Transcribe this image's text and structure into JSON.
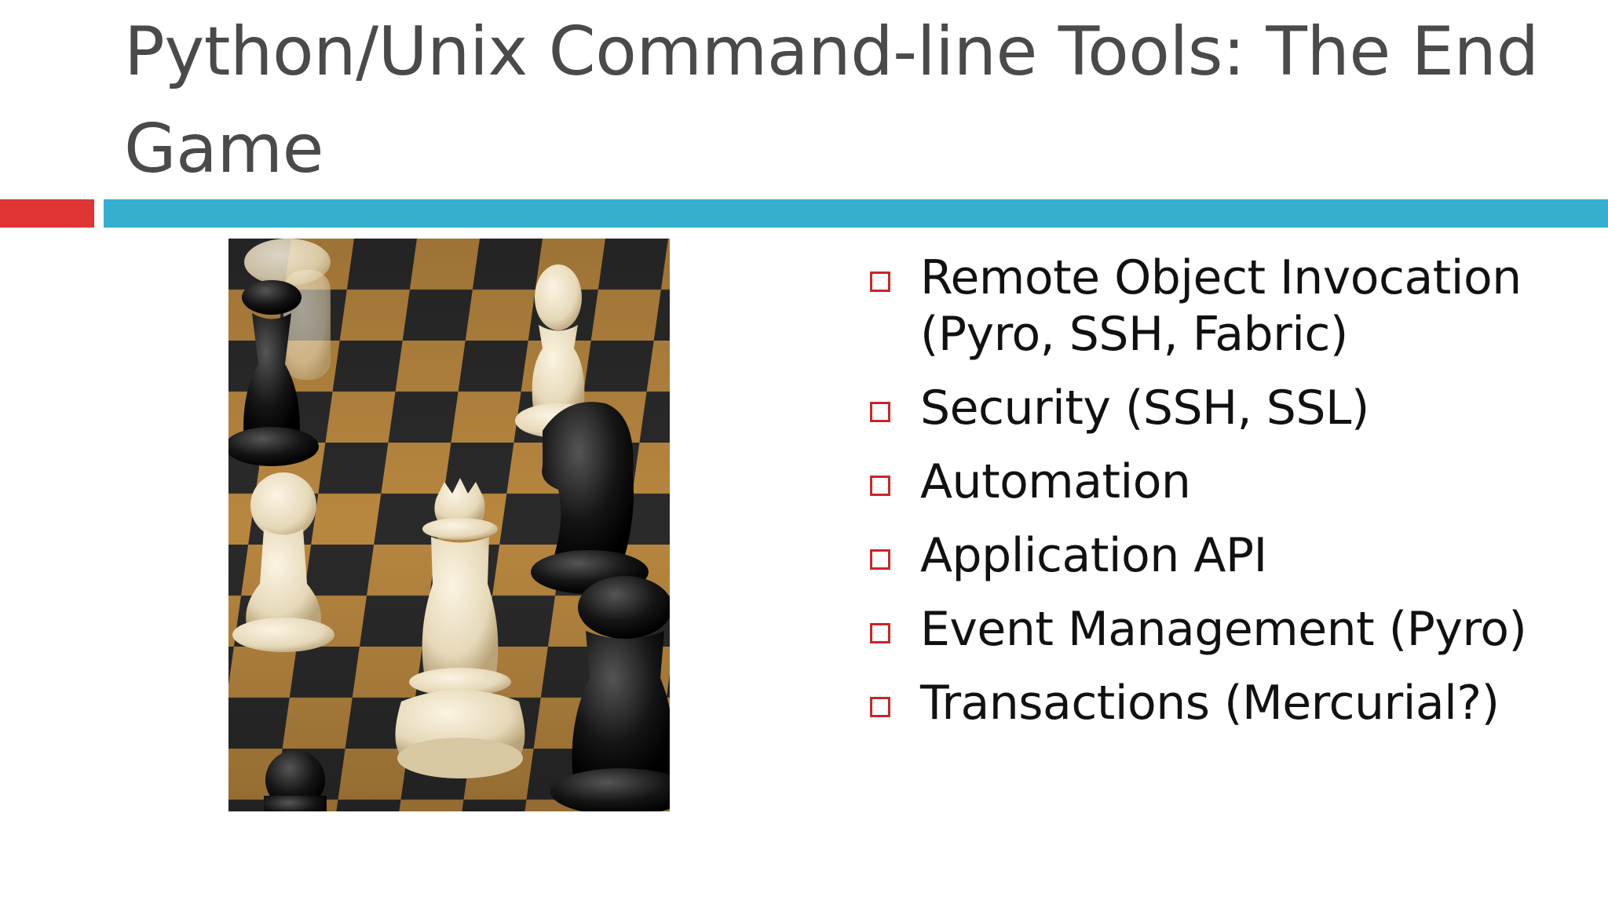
{
  "slide": {
    "title": "Python/Unix Command-line Tools:  The End Game",
    "image": {
      "subject": "chess-pieces-photo"
    },
    "bullets": [
      {
        "text": "Remote Object Invocation (Pyro, SSH, Fabric)"
      },
      {
        "text": "Security (SSH, SSL)"
      },
      {
        "text": "Automation"
      },
      {
        "text": "Application API"
      },
      {
        "text": "Event Management (Pyro)"
      },
      {
        "text": "Transactions (Mercurial?)"
      }
    ]
  },
  "colors": {
    "title_text": "#4a4a4a",
    "accent_red": "#e03535",
    "accent_blue": "#36aece",
    "bullet_marker": "#c62828",
    "body_text": "#111111"
  },
  "icons": {
    "bullet_marker": "hollow-square-icon"
  }
}
